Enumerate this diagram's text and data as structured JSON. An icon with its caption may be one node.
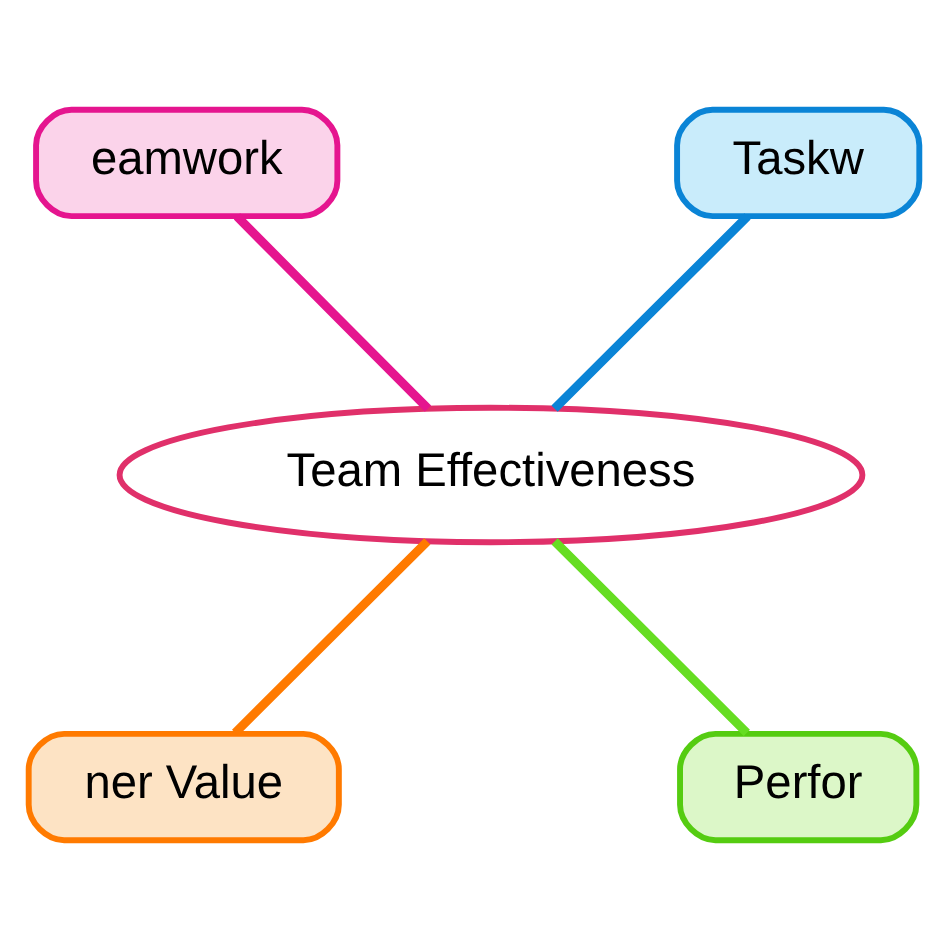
{
  "diagram": {
    "nodes": [
      {
        "text": [
          "Team Effectiveness"
        ]
      },
      {
        "text": [
          "eamwork"
        ]
      },
      {
        "text": [
          "Taskw"
        ]
      },
      {
        "text": [
          "ner Value"
        ]
      },
      {
        "text": [
          "Perfor"
        ]
      }
    ],
    "edges": [
      {
        "from": 0,
        "to": 1,
        "arrow": "none",
        "color": "#e5158f"
      },
      {
        "from": 0,
        "to": 2,
        "arrow": "none",
        "color": "#0a84d6"
      },
      {
        "from": 0,
        "to": 3,
        "arrow": "none",
        "color": "#ff7a00"
      },
      {
        "from": 0,
        "to": 4,
        "arrow": "none",
        "color": "#66dd22"
      }
    ]
  }
}
